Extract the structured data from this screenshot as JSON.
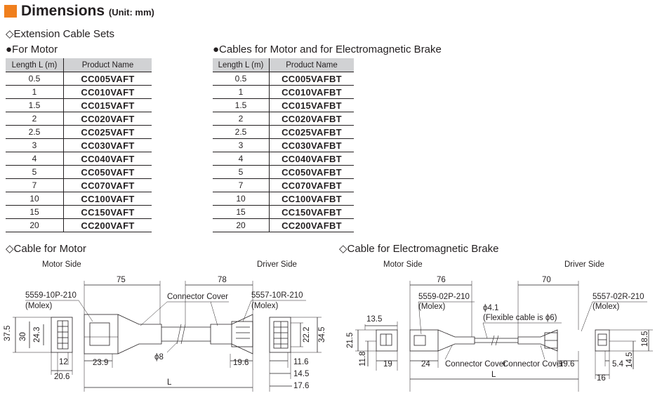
{
  "title": "Dimensions",
  "unit": "(Unit: mm)",
  "section_title": "◇Extension Cable Sets",
  "motor_table": {
    "title": "●For Motor",
    "headers": [
      "Length L (m)",
      "Product Name"
    ],
    "rows": [
      [
        "0.5",
        "CC005VAFT"
      ],
      [
        "1",
        "CC010VAFT"
      ],
      [
        "1.5",
        "CC015VAFT"
      ],
      [
        "2",
        "CC020VAFT"
      ],
      [
        "2.5",
        "CC025VAFT"
      ],
      [
        "3",
        "CC030VAFT"
      ],
      [
        "4",
        "CC040VAFT"
      ],
      [
        "5",
        "CC050VAFT"
      ],
      [
        "7",
        "CC070VAFT"
      ],
      [
        "10",
        "CC100VAFT"
      ],
      [
        "15",
        "CC150VAFT"
      ],
      [
        "20",
        "CC200VAFT"
      ]
    ]
  },
  "brake_table": {
    "title": "●Cables for Motor and for Electromagnetic Brake",
    "headers": [
      "Length L (m)",
      "Product Name"
    ],
    "rows": [
      [
        "0.5",
        "CC005VAFBT"
      ],
      [
        "1",
        "CC010VAFBT"
      ],
      [
        "1.5",
        "CC015VAFBT"
      ],
      [
        "2",
        "CC020VAFBT"
      ],
      [
        "2.5",
        "CC025VAFBT"
      ],
      [
        "3",
        "CC030VAFBT"
      ],
      [
        "4",
        "CC040VAFBT"
      ],
      [
        "5",
        "CC050VAFBT"
      ],
      [
        "7",
        "CC070VAFBT"
      ],
      [
        "10",
        "CC100VAFBT"
      ],
      [
        "15",
        "CC150VAFBT"
      ],
      [
        "20",
        "CC200VAFBT"
      ]
    ]
  },
  "motor_drawing": {
    "title": "◇Cable for Motor",
    "motor_side": "Motor Side",
    "driver_side": "Driver Side",
    "dims": [
      "75",
      "78",
      "37.5",
      "30",
      "24.3",
      "12",
      "20.6",
      "23.9",
      "ϕ8",
      "19.6",
      "22.2",
      "34.5",
      "11.6",
      "14.5",
      "17.6",
      "L"
    ],
    "left_part": "5559-10P-210",
    "left_maker": "(Molex)",
    "right_part": "5557-10R-210",
    "right_maker": "(Molex)",
    "cover": "Connector Cover"
  },
  "brake_drawing": {
    "title": "◇Cable for Electromagnetic Brake",
    "motor_side": "Motor Side",
    "driver_side": "Driver Side",
    "dims": [
      "76",
      "70",
      "13.5",
      "21.5",
      "11.8",
      "19",
      "24",
      "19.6",
      "5.4",
      "14.5",
      "16",
      "18.5",
      "L"
    ],
    "diameter": "ϕ4.1",
    "diameter_note": "(Flexible cable is ϕ6)",
    "left_part": "5559-02P-210",
    "left_maker": "(Molex)",
    "right_part": "5557-02R-210",
    "right_maker": "(Molex)",
    "cover_left": "Connector Cover",
    "cover_right": "Connector Cover"
  }
}
